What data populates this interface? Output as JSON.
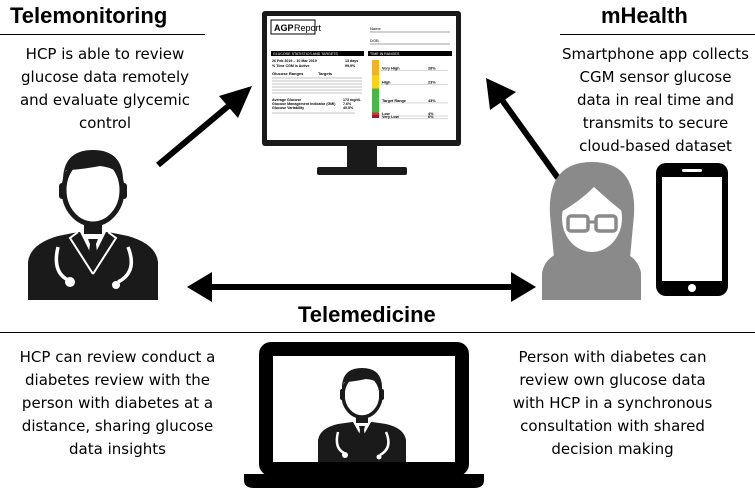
{
  "telemonitoring": {
    "heading": "Telemonitoring",
    "lines": [
      "HCP is able to review",
      "glucose data remotely",
      "and evaluate glycemic",
      "control"
    ]
  },
  "mhealth": {
    "heading": "mHealth",
    "lines": [
      "Smartphone app collects",
      "CGM sensor glucose",
      "data in real time and",
      "transmits to secure",
      "cloud-based dataset"
    ]
  },
  "telemedicine": {
    "heading": "Telemedicine",
    "left_lines": [
      "HCP can review conduct a",
      "diabetes review with the",
      "person with diabetes at a",
      "distance, sharing glucose",
      "data insights"
    ],
    "right_lines": [
      "Person with diabetes can",
      "review own glucose data",
      "with HCP in a synchronous",
      "consultation with shared",
      "decision making"
    ]
  },
  "agp_report": {
    "title_bold": "AGP",
    "title_rest": "Report",
    "name_label": "Name",
    "dob_label": "DOB",
    "stats_header": "GLUCOSE STATISTICS AND TARGETS",
    "tir_header": "TIME IN RANGES",
    "date_range": "26 Feb 2019 – 10 Mar 2019",
    "days": "13 days",
    "active_label": "% Time CGM is Active",
    "active_value": "99.9%",
    "ranges_title": "Glucose Ranges",
    "targets_title": "Targets",
    "avg_glucose_label": "Average Glucose",
    "avg_glucose_value": "173 mg/dL",
    "gmi_label": "Glucose Management Indicator (GMI)",
    "gmi_value": "7.6%",
    "variability_label": "Glucose Variability",
    "variability_value": "49.5%",
    "tir_labels": [
      "Very High",
      "High",
      "Target Range",
      "Low",
      "Very Low"
    ],
    "tir_values": [
      "28%",
      "23%",
      "43%",
      "4%",
      "6%"
    ],
    "tir_colors": [
      "#f0b323",
      "#fcd116",
      "#4ab848",
      "#e5262a",
      "#9e1b1f"
    ]
  }
}
